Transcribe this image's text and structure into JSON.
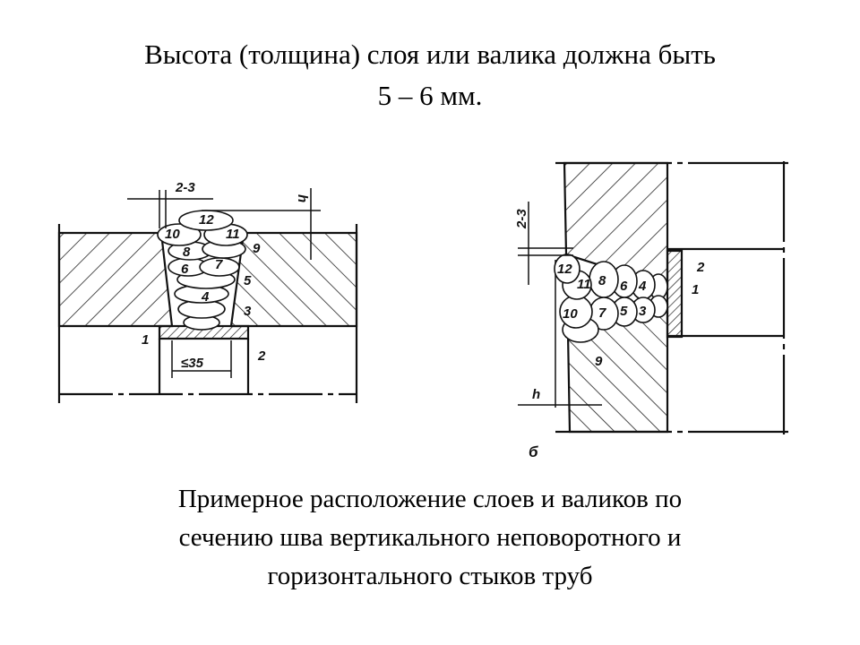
{
  "slide": {
    "title_lines": [
      "Высота (толщина) слоя или валика должна быть",
      "5 – 6 мм."
    ],
    "caption_lines": [
      "Примерное расположение слоев и валиков по",
      "сечению шва вертикального неповоротного и",
      "горизонтального стыков труб"
    ]
  },
  "left_figure": {
    "gap_dim": "2-3",
    "height_dim": "h",
    "width_dim": "≤35",
    "beads": [
      "1",
      "2",
      "3",
      "4",
      "5",
      "6",
      "7",
      "8",
      "9",
      "10",
      "11",
      "12"
    ]
  },
  "right_figure": {
    "gap_dim": "2-3",
    "height_dim": "h",
    "figure_label": "б",
    "beads": [
      "1",
      "2",
      "3",
      "4",
      "5",
      "6",
      "7",
      "8",
      "9",
      "10",
      "11",
      "12"
    ]
  }
}
